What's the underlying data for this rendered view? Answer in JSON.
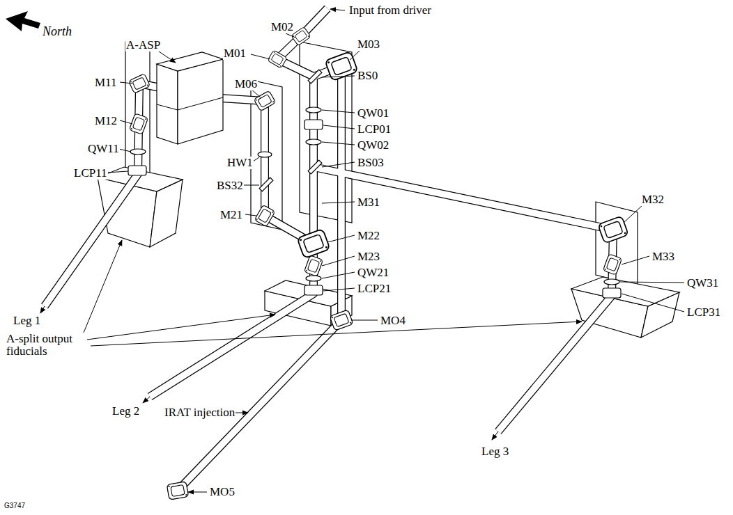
{
  "diagram": {
    "labels": [
      "Input from driver",
      "North",
      "M02",
      "M03",
      "M01",
      "BS0",
      "A-ASP",
      "M06",
      "QW01",
      "M11",
      "LCP01",
      "M12",
      "QW02",
      "QW11",
      "HW1",
      "BS03",
      "LCP11",
      "BS32",
      "M31",
      "M21",
      "M32",
      "M22",
      "QW21",
      "M23",
      "LCP21",
      "M33",
      "Leg 1",
      "MO4",
      "QW31",
      "A-split output fiducials",
      "Leg 2",
      "LCP31",
      "IRAT injection",
      "Leg 3",
      "MO5",
      "G3747"
    ]
  }
}
